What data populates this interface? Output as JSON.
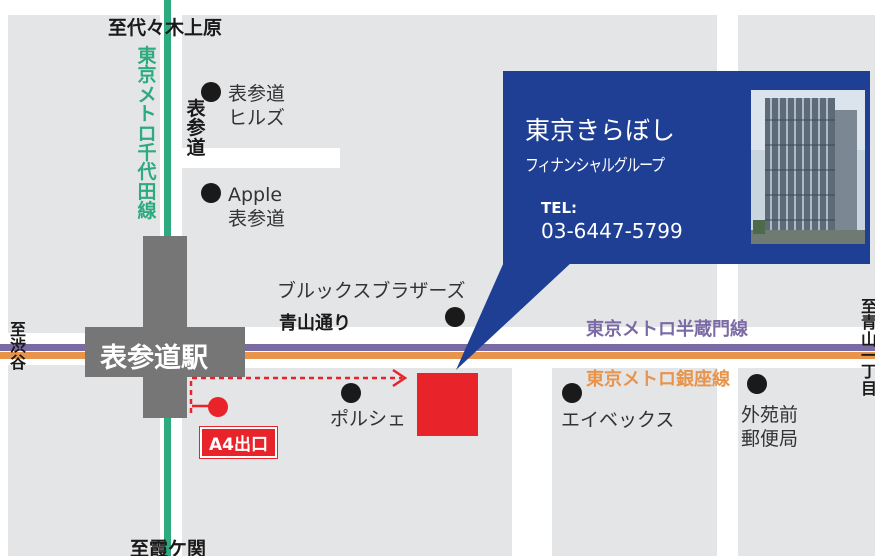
{
  "map": {
    "station_name": "表参道駅",
    "destination_marker": "building-marker",
    "exit_label": "A4出口"
  },
  "lines": {
    "chiyoda": {
      "name": "東京メトロ千代田線",
      "color": "#2daa7e"
    },
    "hanzomon": {
      "name": "東京メトロ半蔵門線",
      "color": "#7b6ba5"
    },
    "ginza": {
      "name": "東京メトロ銀座線",
      "color": "#e8944a"
    }
  },
  "directions": {
    "north": "至代々木上原",
    "south": "至霞ケ関",
    "west": "至渋谷",
    "east": "至青山一丁目"
  },
  "streets": {
    "omotesando": "表参道",
    "aoyama": "青山通り"
  },
  "landmarks": {
    "hills": "表参道\nヒルズ",
    "apple": "Apple\n表参道",
    "brooks": "ブルックスブラザーズ",
    "porsche": "ポルシェ",
    "avex": "エイベックス",
    "post_office": "外苑前\n郵便局"
  },
  "callout": {
    "company_line1": "東京きらぼし",
    "company_line2": "フィナンシャルグループ",
    "tel_label": "TEL:",
    "tel_number": "03-6447-5799"
  },
  "colors": {
    "callout_bg": "#1f3f95",
    "exit_red": "#e8232a",
    "station_gray": "#767676",
    "block_gray": "#e4e5e7"
  }
}
